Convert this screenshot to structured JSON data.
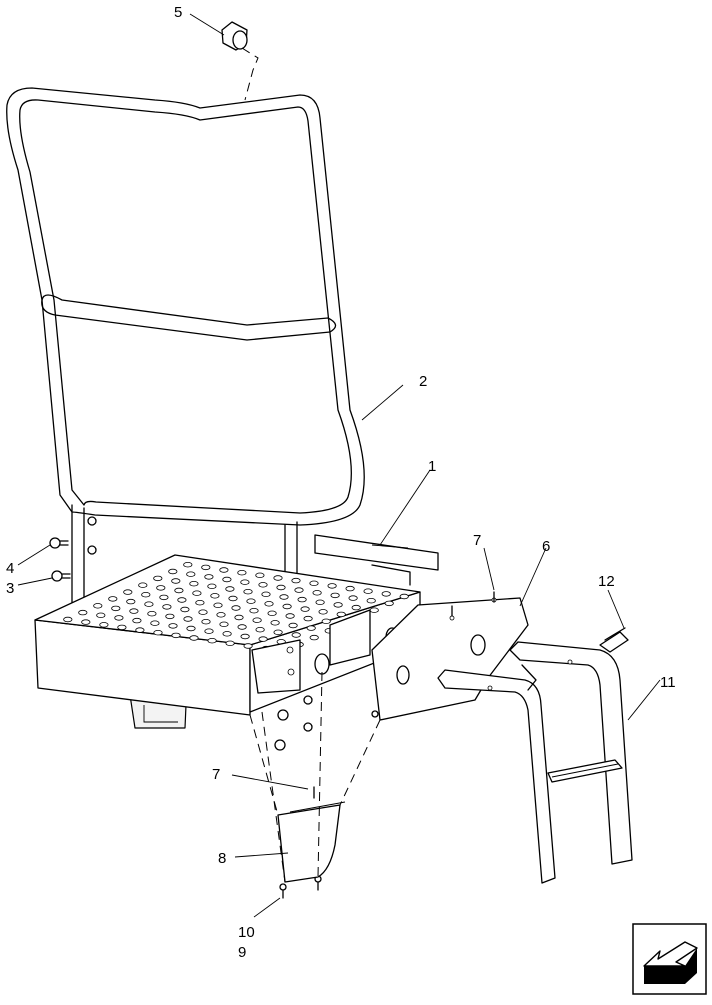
{
  "callouts": [
    {
      "id": "c5",
      "label": "5"
    },
    {
      "id": "c2",
      "label": "2"
    },
    {
      "id": "c1",
      "label": "1"
    },
    {
      "id": "c7a",
      "label": "7"
    },
    {
      "id": "c6",
      "label": "6"
    },
    {
      "id": "c4",
      "label": "4"
    },
    {
      "id": "c3",
      "label": "3"
    },
    {
      "id": "c12",
      "label": "12"
    },
    {
      "id": "c11",
      "label": "11"
    },
    {
      "id": "c7b",
      "label": "7"
    },
    {
      "id": "c8",
      "label": "8"
    },
    {
      "id": "c10",
      "label": "10"
    },
    {
      "id": "c9",
      "label": "9"
    }
  ],
  "nav_icon": "direction-arrow-icon"
}
